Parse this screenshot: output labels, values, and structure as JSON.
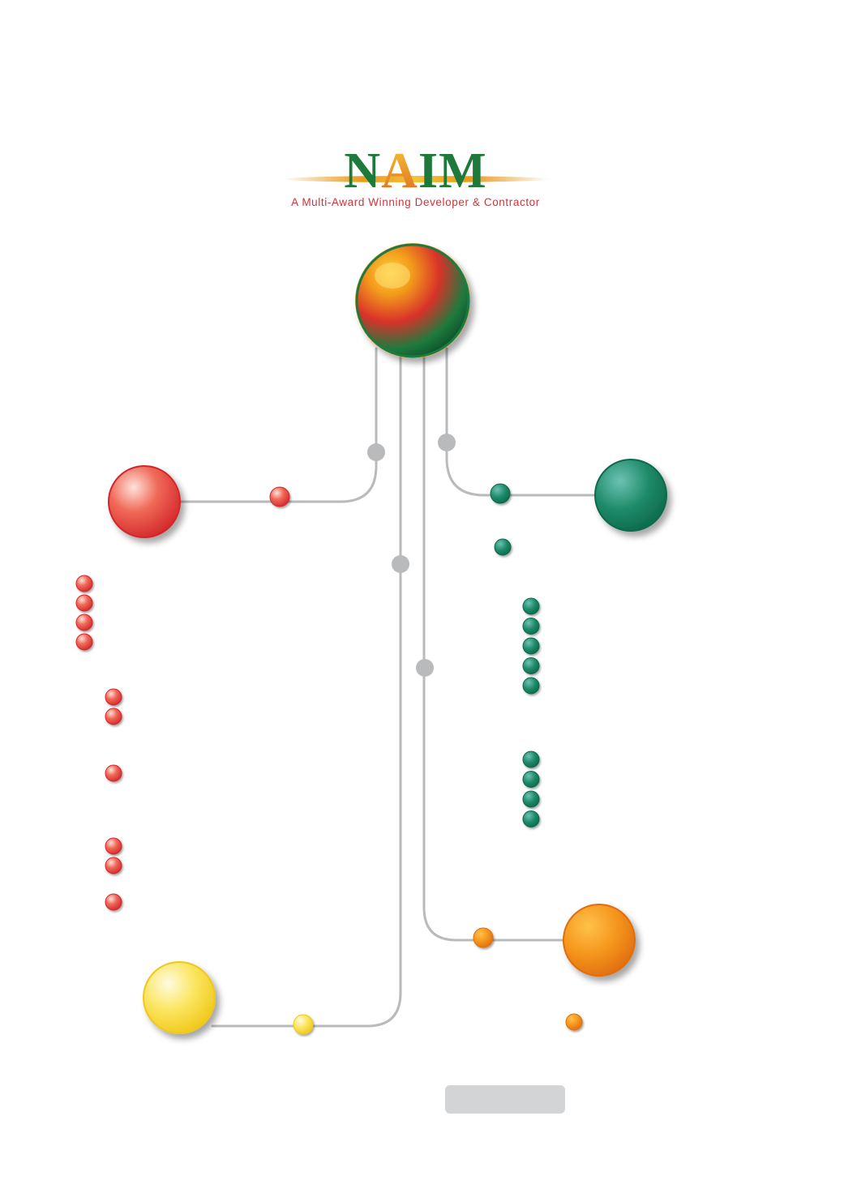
{
  "logo": {
    "letters": [
      "N",
      "A",
      "I",
      "M"
    ],
    "tagline": "A Multi-Award Winning Developer & Contractor"
  },
  "colors": {
    "red": "#e8463c",
    "green": "#137a5c",
    "orange": "#f28c1a",
    "yellow": "#f6d83a",
    "connector": "#b8babc",
    "logo_green": "#1d7a3a",
    "logo_red": "#d4313a"
  },
  "diagram": {
    "central_node": {
      "colors": [
        "#f6b21c",
        "#d9322a",
        "#1a7a44"
      ]
    },
    "branches": [
      {
        "id": "red",
        "color": "#e8463c",
        "bullet_groups": [
          4,
          2,
          1,
          2,
          1
        ]
      },
      {
        "id": "green",
        "color": "#137a5c",
        "bullet_groups": [
          1,
          5,
          4
        ]
      },
      {
        "id": "orange",
        "color": "#f28c1a",
        "bullet_groups": [
          1
        ]
      },
      {
        "id": "yellow",
        "color": "#f6d83a",
        "bullet_groups": []
      }
    ]
  },
  "footer_button": {
    "label": ""
  }
}
